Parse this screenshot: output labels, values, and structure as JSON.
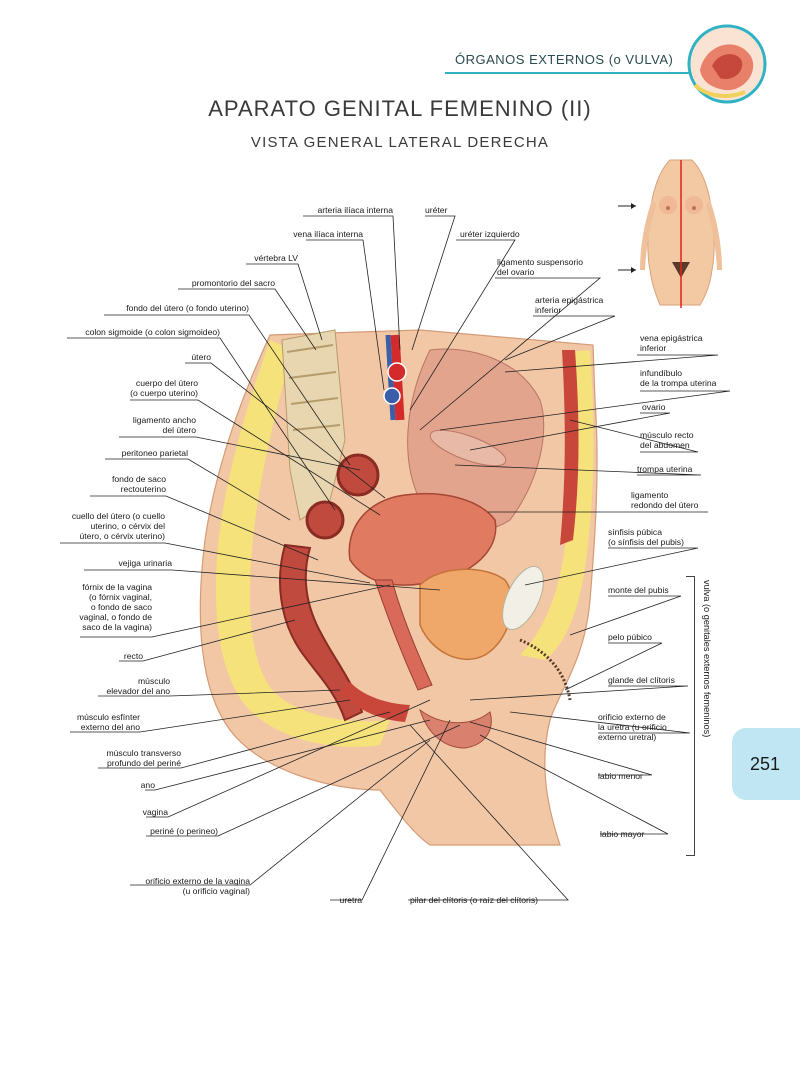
{
  "header": {
    "section_tag": "ÓRGANOS EXTERNOS (o VULVA)",
    "title": "APARATO GENITAL FEMENINO (II)",
    "subtitle": "VISTA GENERAL LATERAL DERECHA",
    "page_number": "251"
  },
  "colors": {
    "accent": "#2fb3c4",
    "tab": "#bfe6f2",
    "skin": "#f1c8a8",
    "fat": "#f5e27a",
    "muscle": "#c8463a",
    "bone": "#e8d6b0"
  },
  "labels": {
    "arteria_iliaca_interna": "arteria ilíaca interna",
    "ureter": "uréter",
    "vena_iliaca_interna": "vena ilíaca interna",
    "ureter_izquierdo": "uréter izquierdo",
    "vertebra_lv": "vértebra LV",
    "ligamento_suspensorio_1": "ligamento suspensorio",
    "ligamento_suspensorio_2": "del ovario",
    "promontorio_sacro": "promontorio del sacro",
    "arteria_epigastrica_1": "arteria epigástrica",
    "arteria_epigastrica_2": "inferior",
    "fondo_utero": "fondo del útero (o fondo uterino)",
    "colon_sigmoide": "colon sigmoide (o colon sigmoideo)",
    "vena_epigastrica_1": "vena epigástrica",
    "vena_epigastrica_2": "inferior",
    "utero": "útero",
    "infundibulo_1": "infundíbulo",
    "infundibulo_2": "de la trompa uterina",
    "cuerpo_utero_1": "cuerpo del útero",
    "cuerpo_utero_2": "(o cuerpo uterino)",
    "ovario": "ovario",
    "ligamento_ancho_1": "ligamento ancho",
    "ligamento_ancho_2": "del útero",
    "musculo_recto_1": "músculo recto",
    "musculo_recto_2": "del abdomen",
    "peritoneo_parietal": "peritoneo parietal",
    "trompa_uterina": "trompa uterina",
    "fondo_saco_1": "fondo de saco",
    "fondo_saco_2": "rectouterino",
    "ligamento_redondo_1": "ligamento",
    "ligamento_redondo_2": "redondo del útero",
    "cuello_utero_1": "cuello del útero (o cuello",
    "cuello_utero_2": "uterino, o cérvix del",
    "cuello_utero_3": "útero, o cérvix uterino)",
    "sinfisis_1": "sínfisis púbica",
    "sinfisis_2": "(o sínfisis del pubis)",
    "vejiga": "vejiga urinaria",
    "fornix_1": "fórnix de la vagina",
    "fornix_2": "(o fórnix vaginal,",
    "fornix_3": "o fondo de saco",
    "fornix_4": "vaginal, o fondo de",
    "fornix_5": "saco de la vagina)",
    "monte_pubis": "monte del pubis",
    "recto": "recto",
    "pelo_pubico": "pelo púbico",
    "elevador_1": "músculo",
    "elevador_2": "elevador del ano",
    "glande_clitoris": "glande del clítoris",
    "esfinter_1": "músculo esfínter",
    "esfinter_2": "externo del ano",
    "orificio_uretra_1": "orificio externo de",
    "orificio_uretra_2": "la uretra (u orificio",
    "orificio_uretra_3": "externo uretral)",
    "transverso_1": "músculo transverso",
    "transverso_2": "profundo del periné",
    "ano": "ano",
    "labio_menor": "labio menor",
    "vagina": "vagina",
    "perine": "periné (o perineo)",
    "labio_mayor": "labio mayor",
    "orificio_vagina_1": "orificio externo de la vagina",
    "orificio_vagina_2": "(u orificio vaginal)",
    "uretra": "uretra",
    "pilar_clitoris": "pilar del clítoris (o raíz del clítoris)",
    "vulva_bracket": "vulva (o genitales externos femeninos)"
  }
}
